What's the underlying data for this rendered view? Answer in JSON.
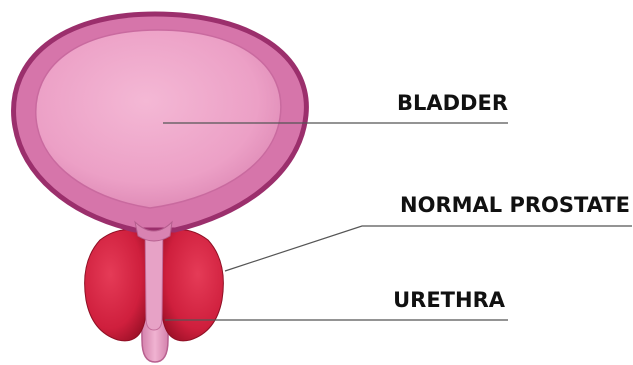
{
  "labels": {
    "bladder": "BLADDER",
    "prostate": "NORMAL PROSTATE",
    "urethra": "URETHRA"
  },
  "colors": {
    "bladder_outer": "#a83a78",
    "bladder_wall": "#d978ad",
    "bladder_inner": "#f0a9cc",
    "prostate": "#d2223f",
    "prostate_dark": "#a3122a",
    "urethra": "#e8a0c3",
    "leader_line": "#555555",
    "label_text": "#111111"
  }
}
